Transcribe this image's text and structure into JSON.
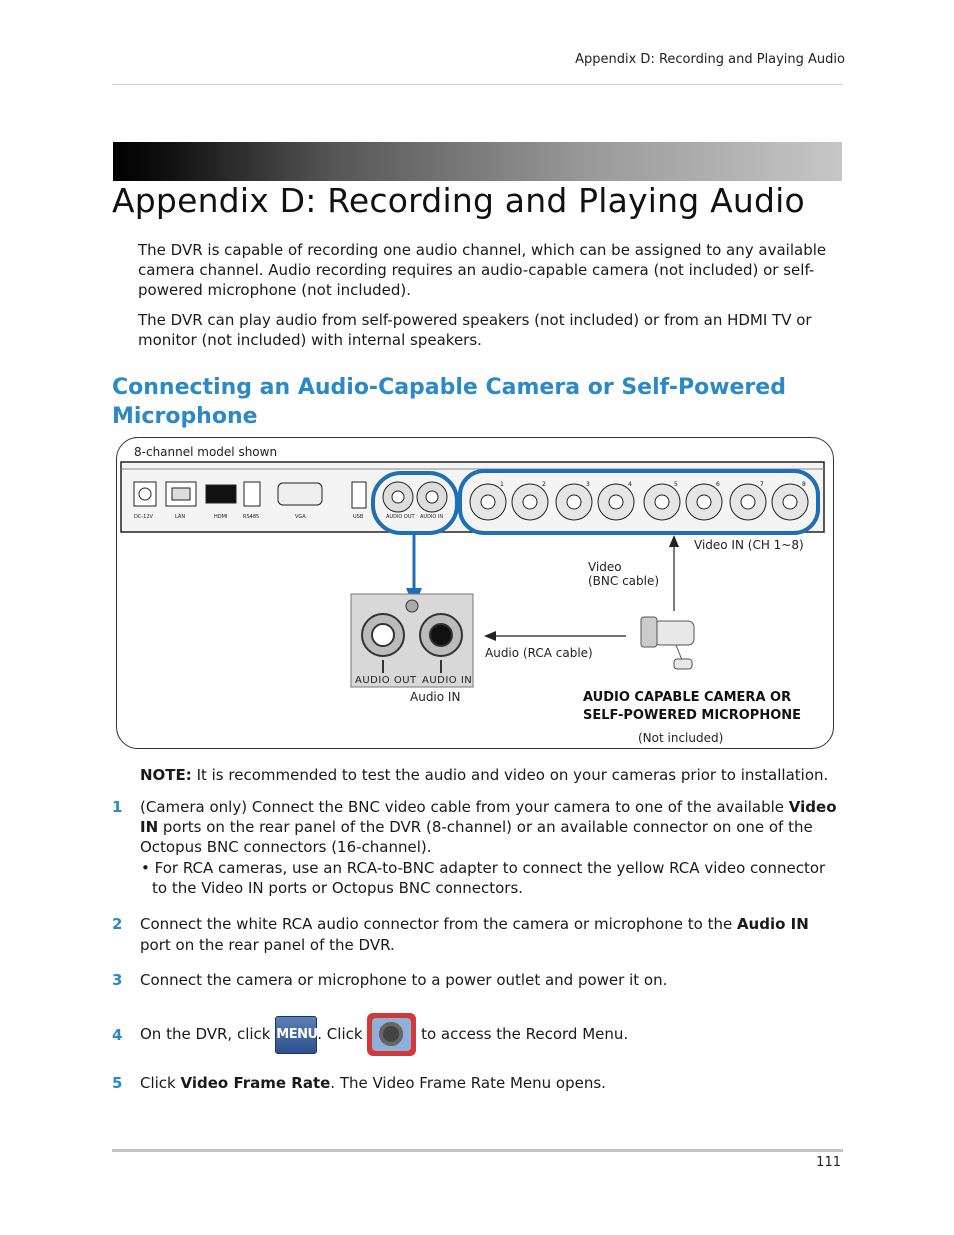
{
  "header": {
    "running_title": "Appendix D: Recording and Playing Audio"
  },
  "title": "Appendix D: Recording and Playing Audio",
  "intro": {
    "p1": "The DVR is capable of recording one audio channel, which can be assigned to any available camera channel. Audio recording requires an audio-capable camera (not included) or self-powered microphone (not included).",
    "p2": "The DVR can play audio from self-powered speakers (not included) or from an HDMI TV or monitor (not included) with internal speakers."
  },
  "section_heading": "Connecting an Audio-Capable Camera or Self-Powered Microphone",
  "figure": {
    "model_note": "8-channel model shown",
    "port_labels": [
      "DC-12V",
      "LAN",
      "HDMI",
      "RS485",
      "VGA",
      "USB",
      "AUDIO OUT",
      "AUDIO IN"
    ],
    "channel_numbers": [
      "1",
      "2",
      "3",
      "4",
      "5",
      "6",
      "7",
      "8"
    ],
    "video_in_label": "Video IN (CH 1~8)",
    "video_label_1": "Video",
    "video_label_2": "(BNC cable)",
    "audio_cable_label": "Audio (RCA cable)",
    "zoom_audio_out": "AUDIO OUT",
    "zoom_audio_in": "AUDIO IN",
    "audio_in_caption": "Audio IN",
    "camera_caption_1": "AUDIO CAPABLE CAMERA OR",
    "camera_caption_2": "SELF-POWERED MICROPHONE",
    "not_included": "(Not included)"
  },
  "note": {
    "label": "NOTE:",
    "text": " It is recommended to test the audio and video on your cameras prior to installation."
  },
  "steps": [
    {
      "num": "1",
      "pre": "(Camera only) Connect the BNC video cable from your camera to one of the available ",
      "bold": "Video IN",
      "post": " ports on the rear panel of the DVR (8-channel) or an available connector on one of the Octopus BNC connectors (16-channel).",
      "bullet": "• For RCA cameras, use an RCA-to-BNC adapter to connect the yellow RCA video connector to the Video IN ports or Octopus BNC connectors."
    },
    {
      "num": "2",
      "pre": "Connect the white RCA audio connector from the camera or microphone to the ",
      "bold": "Audio IN",
      "post": " port on the rear panel of the DVR."
    },
    {
      "num": "3",
      "text": "Connect the camera or microphone to a power outlet and power it on."
    },
    {
      "num": "4",
      "pre": "On the DVR, click ",
      "menu_icon_label": "MENU",
      "mid": ". Click ",
      "post": " to access the Record Menu."
    },
    {
      "num": "5",
      "pre": "Click ",
      "bold": "Video Frame Rate",
      "post": ". The Video Frame Rate Menu opens."
    }
  ],
  "footer": {
    "page_number": "111"
  },
  "colors": {
    "accent": "#2b8ac6",
    "highlight_ring": "#1f6fb6"
  }
}
